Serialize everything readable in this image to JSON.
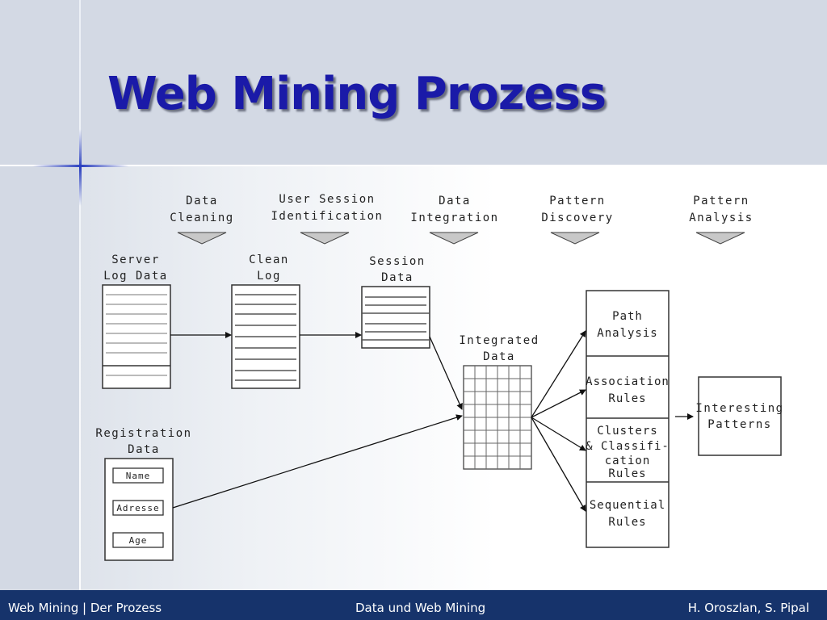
{
  "slide": {
    "title": "Web Mining Prozess"
  },
  "diagram": {
    "stages": [
      {
        "line1": "Data",
        "line2": "Cleaning"
      },
      {
        "line1": "User Session",
        "line2": "Identification"
      },
      {
        "line1": "Data",
        "line2": "Integration"
      },
      {
        "line1": "Pattern",
        "line2": "Discovery"
      },
      {
        "line1": "Pattern",
        "line2": "Analysis"
      }
    ],
    "server_log": {
      "line1": "Server",
      "line2": "Log Data"
    },
    "clean_log": {
      "line1": "Clean",
      "line2": "Log"
    },
    "session_data": {
      "line1": "Session",
      "line2": "Data"
    },
    "integrated": {
      "line1": "Integrated",
      "line2": "Data"
    },
    "registration": {
      "line1": "Registration",
      "line2": "Data"
    },
    "form_fields": [
      "Name",
      "Adresse",
      "Age"
    ],
    "rules": [
      {
        "line1": "Path",
        "line2": "Analysis",
        "line3": "",
        "line4": ""
      },
      {
        "line1": "Association",
        "line2": "Rules",
        "line3": "",
        "line4": ""
      },
      {
        "line1": "Clusters",
        "line2": "& Classifi-",
        "line3": "cation",
        "line4": "Rules"
      },
      {
        "line1": "Sequential",
        "line2": "Rules",
        "line3": "",
        "line4": ""
      }
    ],
    "output": {
      "line1": "Interesting",
      "line2": "Patterns"
    }
  },
  "footer": {
    "left": "Web Mining | Der Prozess",
    "center": "Data und Web Mining",
    "right": "H. Oroszlan, S. Pipal"
  },
  "colors": {
    "title": "#1a1aa8",
    "footer_bg": "#16336b",
    "accent": "#2a3fbf"
  }
}
